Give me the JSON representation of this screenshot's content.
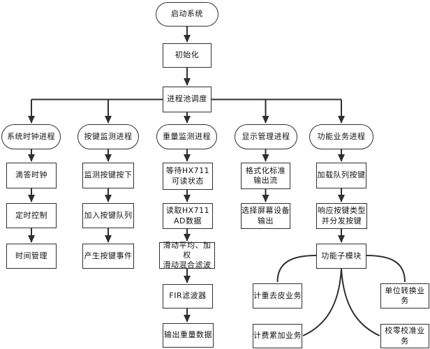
{
  "diagram": {
    "top": {
      "start": "启动系统",
      "init": "初始化",
      "scheduler": "进程池调度"
    },
    "branches": {
      "clock": {
        "header": "系统时钟进程",
        "steps": [
          "滴答时钟",
          "定时控制",
          "时间管理"
        ]
      },
      "key": {
        "header": "按键监测进程",
        "steps": [
          "监测按键按下",
          "加入按键队列",
          "产生按键事件"
        ]
      },
      "weight": {
        "header": "重量监测进程",
        "steps": [
          "等待HX711\n可读状态",
          "读取HX711\nAD数据",
          "滑动平均、加权\n滑动混合滤波",
          "FIR滤波器",
          "输出重量数据"
        ]
      },
      "display": {
        "header": "显示管理进程",
        "steps": [
          "格式化标准\n输出流",
          "选择屏幕设备\n输出"
        ]
      },
      "func": {
        "header": "功能业务进程",
        "steps": [
          "加载队列按键",
          "响应按键类型\n并分发按键",
          "功能子模块"
        ],
        "submodules": [
          "计重去皮业务",
          "计费累加业务",
          "单位转换业务",
          "校零校准业务"
        ]
      }
    },
    "colors": {
      "line": "#2f2f2f",
      "border": "#2f2f2f",
      "background": "#ffffff",
      "text": "#111111"
    }
  }
}
